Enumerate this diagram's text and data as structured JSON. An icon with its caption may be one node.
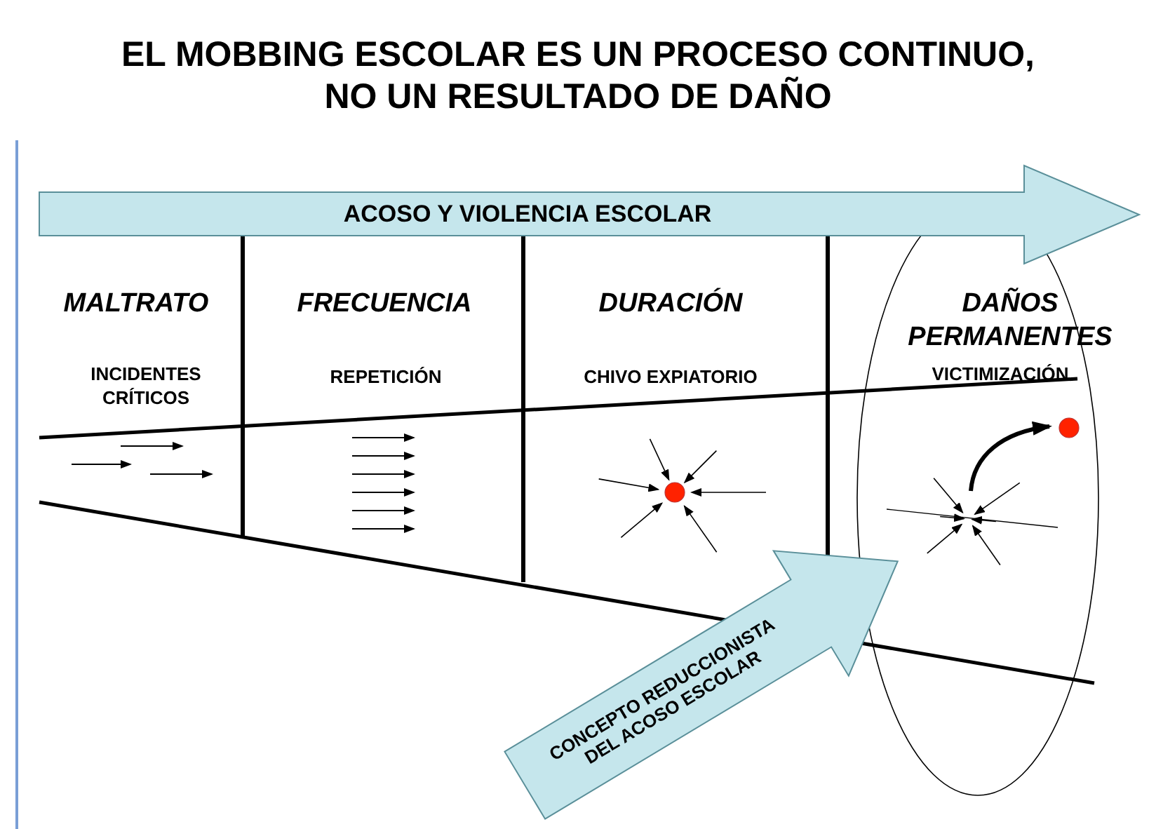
{
  "diagram": {
    "title": "EL MOBBING ESCOLAR ES UN PROCESO CONTINUO, NO UN RESULTADO DE DAÑO",
    "nodes": [
      {
        "text": [
          "ACOSO Y VIOLENCIA ESCOLAR"
        ]
      },
      {
        "text": [
          "CONCEPTO REDUCCIONISTA DEL ACOSO ESCOLAR"
        ]
      }
    ],
    "labels": [
      "MALTRATO",
      "FRECUENCIA",
      "DURACIÓN",
      "DAÑOS PERMANENTES",
      "INCIDENTES CRÍTICOS",
      "REPETICIÓN",
      "CHIVO EXPIATORIO",
      "VICTIMIZACIÓN"
    ]
  }
}
